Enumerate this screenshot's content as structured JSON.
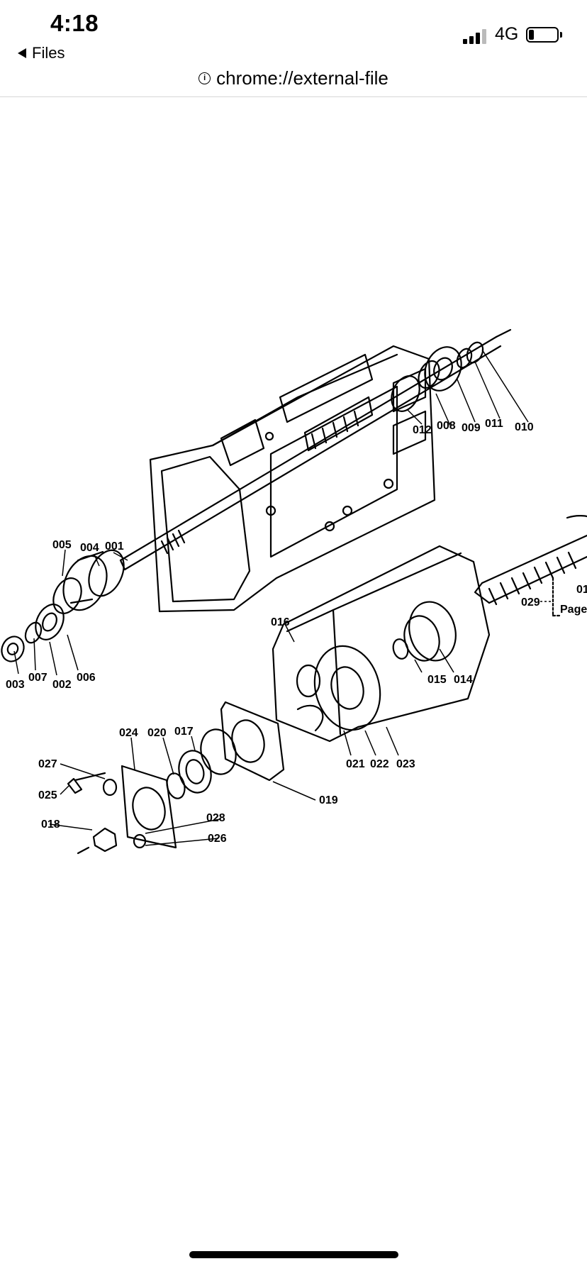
{
  "status_bar": {
    "time": "4:18",
    "network": "4G",
    "battery_level": 0.18
  },
  "nav": {
    "back_label": "Files"
  },
  "url_bar": {
    "url": "chrome://external-file"
  },
  "diagram": {
    "labels": {
      "p001": "001",
      "p002": "002",
      "p003": "003",
      "p004": "004",
      "p005": "005",
      "p006": "006",
      "p007": "007",
      "p008": "008",
      "p009": "009",
      "p010": "010",
      "p011": "011",
      "p012": "012",
      "p014": "014",
      "p015": "015",
      "p016": "016",
      "p017": "017",
      "p018": "018",
      "p019": "019",
      "p020": "020",
      "p021": "021",
      "p022": "022",
      "p023": "023",
      "p024": "024",
      "p025": "025",
      "p026": "026",
      "p027": "027",
      "p028": "028",
      "p029": "029",
      "edge_ref": "01",
      "page_ref": "Page"
    }
  }
}
